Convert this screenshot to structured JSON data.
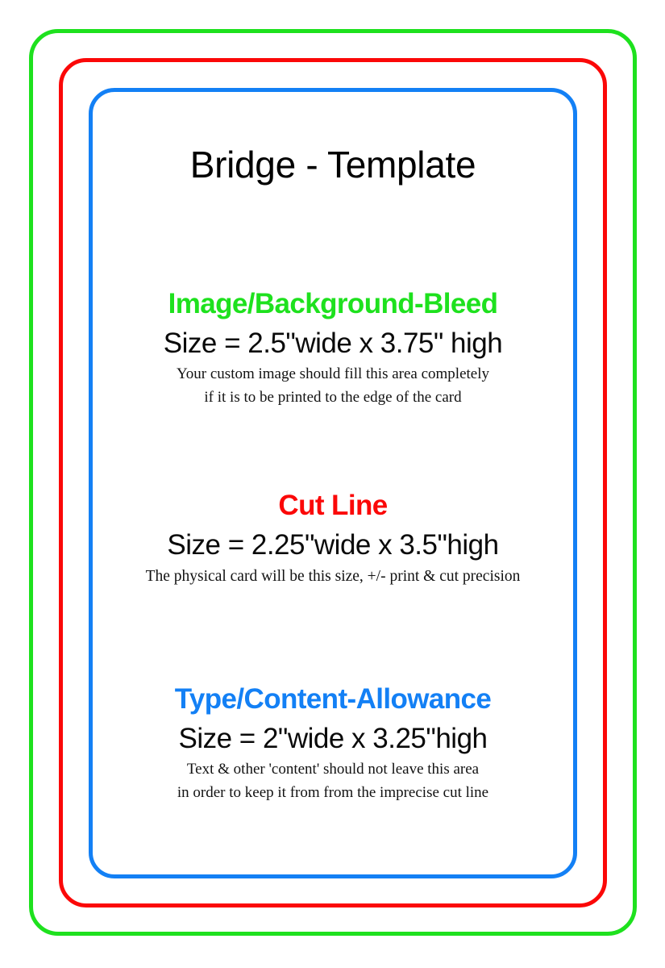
{
  "page": {
    "title": "Bridge - Template",
    "background": "#ffffff"
  },
  "colors": {
    "bleed_green": "#1ee11e",
    "cut_red": "#fb0808",
    "safe_blue": "#1380f5",
    "text_black": "#000000"
  },
  "guides": [
    {
      "name": "Image/Background-Bleed",
      "color": "#1ee11e"
    },
    {
      "name": "Cut Line",
      "color": "#fb0808"
    },
    {
      "name": "Type/Content-Allowance",
      "color": "#1380f5"
    }
  ],
  "sections": {
    "bleed": {
      "heading": "Image/Background-Bleed",
      "size": "Size = 2.5\"wide x 3.75\" high",
      "note_line1": "Your custom image should fill this area completely",
      "note_line2": "if it is to be printed to the edge of the card"
    },
    "cut": {
      "heading": "Cut Line",
      "size": "Size = 2.25\"wide x 3.5\"high",
      "note_line1": "The physical card will be this size, +/- print & cut precision",
      "note_line2": ""
    },
    "safe": {
      "heading": "Type/Content-Allowance",
      "size": "Size = 2\"wide x 3.25\"high",
      "note_line1": "Text & other 'content' should not leave this area",
      "note_line2": "in order to keep it from from the imprecise cut line"
    }
  }
}
